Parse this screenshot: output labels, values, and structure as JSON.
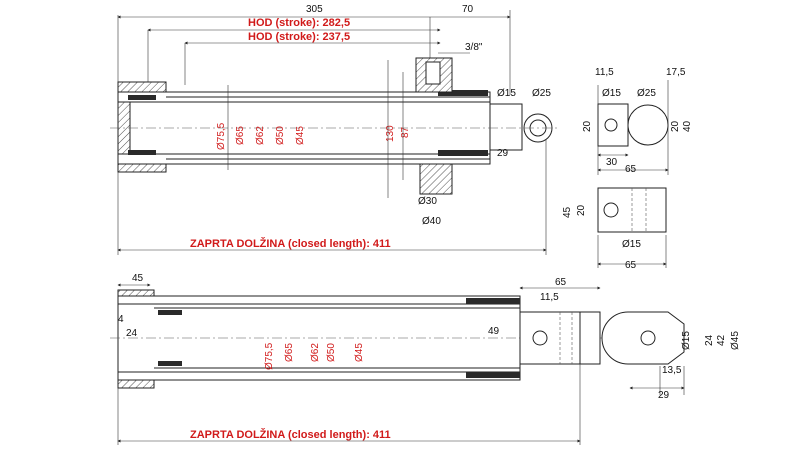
{
  "top_view": {
    "overall_length": "305",
    "port_offset": "70",
    "stroke_1": "HOD (stroke): 282,5",
    "stroke_2": "HOD (stroke): 237,5",
    "port_thread": "3/8\"",
    "pin_hole": "Ø15",
    "eye_dia": "Ø25",
    "eye_offset": "29",
    "dia_outer": "Ø75,5",
    "dia_tube": "Ø65",
    "dia_inner": "Ø62",
    "dia_bore": "Ø50",
    "dia_rod": "Ø45",
    "port_height": "130",
    "port_width": "87",
    "trunnion_dia": "Ø30",
    "trunnion_outer": "Ø40",
    "closed_length": "ZAPRTA DOLŽINA (closed length): 411"
  },
  "eye_detail_top": {
    "dim_11_5": "11,5",
    "dim_17_5": "17,5",
    "pin_hole": "Ø15",
    "eye_dia": "Ø25",
    "dim_20_left": "20",
    "dim_20_right": "20",
    "dim_40": "40",
    "dim_30": "30",
    "dim_65": "65"
  },
  "eye_detail_side": {
    "dim_45": "45",
    "dim_20": "20",
    "pin_hole": "Ø15",
    "dim_65": "65"
  },
  "bottom_view": {
    "dim_45": "45",
    "dim_4": "4",
    "dim_24": "24",
    "dim_65": "65",
    "dim_11_5": "11,5",
    "dim_49": "49",
    "dim_45_right": "45",
    "dia_outer": "Ø75,5",
    "dia_tube": "Ø65",
    "dia_inner": "Ø62",
    "dia_bore": "Ø50",
    "dia_rod": "Ø45",
    "closed_length": "ZAPRTA DOLŽINA (closed length): 411"
  },
  "clevis_detail": {
    "pin_hole": "Ø15",
    "dim_24": "24",
    "dim_42": "42",
    "dim_45": "Ø45",
    "dim_13_5": "13,5",
    "dim_29": "29"
  }
}
